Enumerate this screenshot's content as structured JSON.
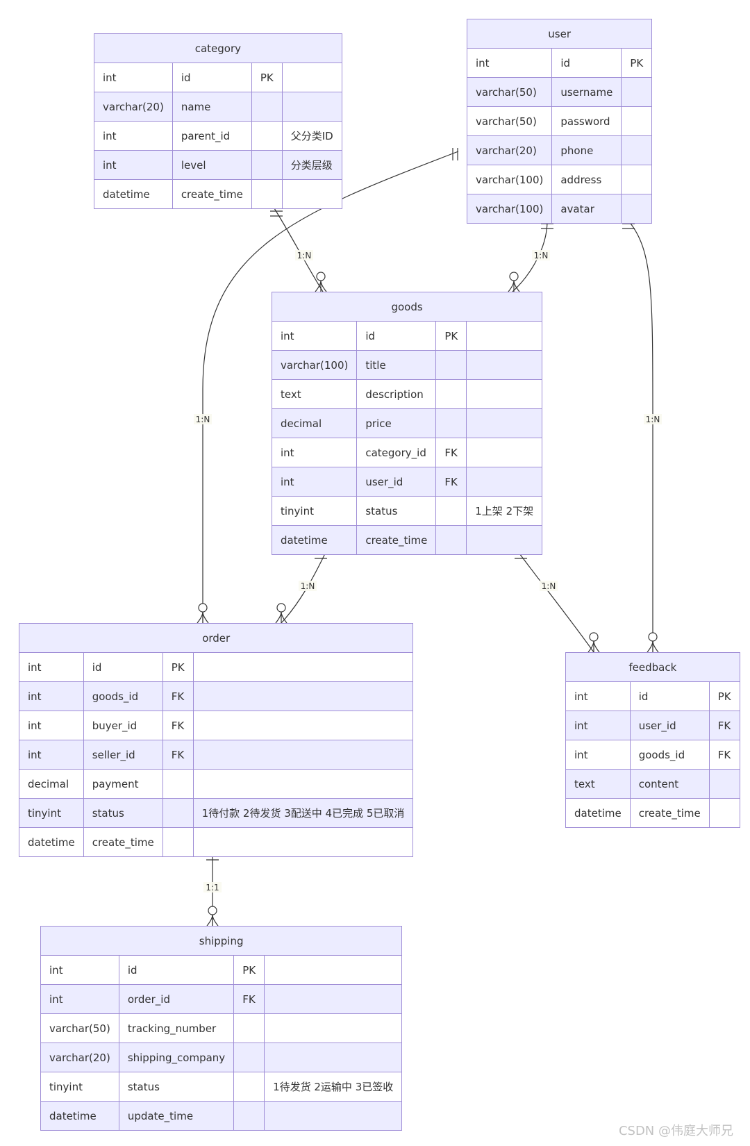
{
  "entities": [
    {
      "name": "category",
      "rows": [
        [
          "int",
          "id",
          "PK",
          ""
        ],
        [
          "varchar(20)",
          "name",
          "",
          ""
        ],
        [
          "int",
          "parent_id",
          "",
          "父分类ID"
        ],
        [
          "int",
          "level",
          "",
          "分类层级"
        ],
        [
          "datetime",
          "create_time",
          "",
          ""
        ]
      ]
    },
    {
      "name": "user",
      "rows": [
        [
          "int",
          "id",
          "PK"
        ],
        [
          "varchar(50)",
          "username",
          ""
        ],
        [
          "varchar(50)",
          "password",
          ""
        ],
        [
          "varchar(20)",
          "phone",
          ""
        ],
        [
          "varchar(100)",
          "address",
          ""
        ],
        [
          "varchar(100)",
          "avatar",
          ""
        ]
      ]
    },
    {
      "name": "goods",
      "rows": [
        [
          "int",
          "id",
          "PK",
          ""
        ],
        [
          "varchar(100)",
          "title",
          "",
          ""
        ],
        [
          "text",
          "description",
          "",
          ""
        ],
        [
          "decimal",
          "price",
          "",
          ""
        ],
        [
          "int",
          "category_id",
          "FK",
          ""
        ],
        [
          "int",
          "user_id",
          "FK",
          ""
        ],
        [
          "tinyint",
          "status",
          "",
          "1上架 2下架"
        ],
        [
          "datetime",
          "create_time",
          "",
          ""
        ]
      ]
    },
    {
      "name": "order",
      "rows": [
        [
          "int",
          "id",
          "PK",
          ""
        ],
        [
          "int",
          "goods_id",
          "FK",
          ""
        ],
        [
          "int",
          "buyer_id",
          "FK",
          ""
        ],
        [
          "int",
          "seller_id",
          "FK",
          ""
        ],
        [
          "decimal",
          "payment",
          "",
          ""
        ],
        [
          "tinyint",
          "status",
          "",
          "1待付款 2待发货 3配送中 4已完成 5已取消"
        ],
        [
          "datetime",
          "create_time",
          "",
          ""
        ]
      ]
    },
    {
      "name": "feedback",
      "rows": [
        [
          "int",
          "id",
          "PK"
        ],
        [
          "int",
          "user_id",
          "FK"
        ],
        [
          "int",
          "goods_id",
          "FK"
        ],
        [
          "text",
          "content",
          ""
        ],
        [
          "datetime",
          "create_time",
          ""
        ]
      ]
    },
    {
      "name": "shipping",
      "rows": [
        [
          "int",
          "id",
          "PK",
          ""
        ],
        [
          "int",
          "order_id",
          "FK",
          ""
        ],
        [
          "varchar(50)",
          "tracking_number",
          "",
          ""
        ],
        [
          "varchar(20)",
          "shipping_company",
          "",
          ""
        ],
        [
          "tinyint",
          "status",
          "",
          "1待发货 2运输中 3已签收"
        ],
        [
          "datetime",
          "update_time",
          "",
          ""
        ]
      ]
    }
  ],
  "relationships": [
    {
      "from": "category",
      "to": "goods",
      "label": "1:N"
    },
    {
      "from": "user",
      "to": "goods",
      "label": "1:N"
    },
    {
      "from": "user",
      "to": "order",
      "label": "1:N"
    },
    {
      "from": "user",
      "to": "feedback",
      "label": "1:N"
    },
    {
      "from": "goods",
      "to": "order",
      "label": "1:N"
    },
    {
      "from": "goods",
      "to": "feedback",
      "label": "1:N"
    },
    {
      "from": "order",
      "to": "shipping",
      "label": "1:1"
    }
  ],
  "colors": {
    "header_bg": "#ececff",
    "border": "#9f8dd6",
    "line": "#333333"
  },
  "watermark": "CSDN @伟庭大师兄"
}
